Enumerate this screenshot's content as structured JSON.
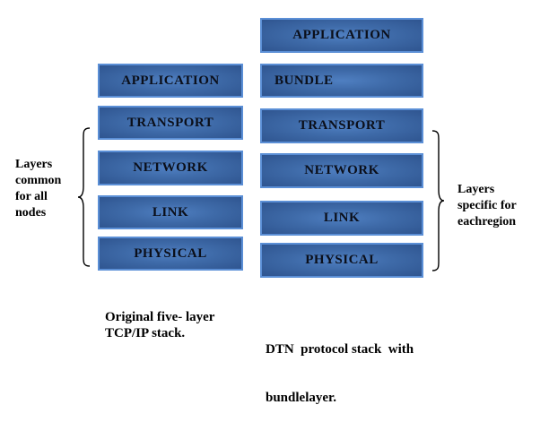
{
  "left_stack": {
    "layers": [
      "APPLICATION",
      "TRANSPORT",
      "NETWORK",
      "LINK",
      "PHYSICAL"
    ],
    "caption_line1": "Original five- layer",
    "caption_line2": "TCP/IP stack."
  },
  "right_stack": {
    "layers": [
      "APPLICATION",
      "BUNDLE",
      "TRANSPORT",
      "NETWORK",
      "LINK",
      "PHYSICAL"
    ],
    "caption_line1": "DTN  protocol stack  with",
    "caption_line2": "bundlelayer."
  },
  "left_annotation": {
    "lines": [
      "Layers",
      "common",
      "for all",
      "nodes"
    ]
  },
  "right_annotation": {
    "lines": [
      "Layers",
      "specific for",
      "eachregion"
    ]
  },
  "colors": {
    "box_fill": "#3e6aa8",
    "box_border": "#5b8fd6",
    "text": "#000000"
  }
}
